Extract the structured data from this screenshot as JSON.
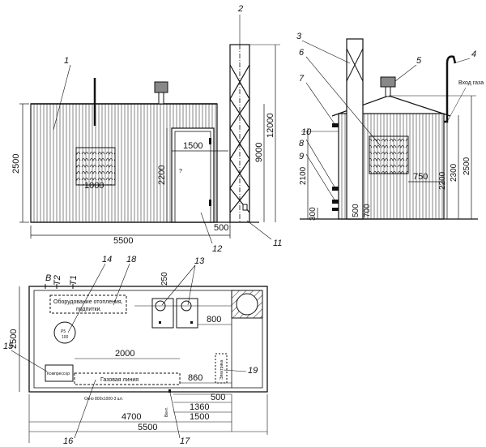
{
  "callouts": [
    "1",
    "2",
    "3",
    "4",
    "5",
    "6",
    "7",
    "8",
    "9",
    "10",
    "11",
    "12",
    "13",
    "14",
    "15",
    "16",
    "17",
    "18",
    "19"
  ],
  "front_view": {
    "overall_height": "2500",
    "overall_width": "5500",
    "window_width": "1000",
    "door_height": "2200",
    "door_width": "1500",
    "door_label": "?",
    "chimney_width": "500",
    "chimney_h1": "9000",
    "chimney_h2": "12000"
  },
  "side_view": {
    "h2100": "2100",
    "h300": "300",
    "d500": "500",
    "d700": "700",
    "d750": "750",
    "h2200": "2200",
    "h2300": "2300",
    "h2500": "2500",
    "gas_inlet_label": "Вход газа"
  },
  "plan_view": {
    "side_labels": [
      "В",
      "Т2",
      "Т1"
    ],
    "depth": "2500",
    "equipment_note": [
      "Оборудование отопления,",
      "подпитки."
    ],
    "boiler_flue": "250",
    "boiler_spacing": "800",
    "tank_label": "100",
    "tank_small_label": "Р5",
    "gas_line_length": "2000",
    "gas_line_label": "Газовая линия",
    "compressor_label": "Компрессор",
    "electrical_label": "Электрика",
    "window_note": "Окно 800х1000-3 шт.",
    "vent_label": "Вент.",
    "d860": "860",
    "d500": "500",
    "d1360": "1360",
    "d1500": "1500",
    "d4700": "4700",
    "d5500": "5500"
  }
}
